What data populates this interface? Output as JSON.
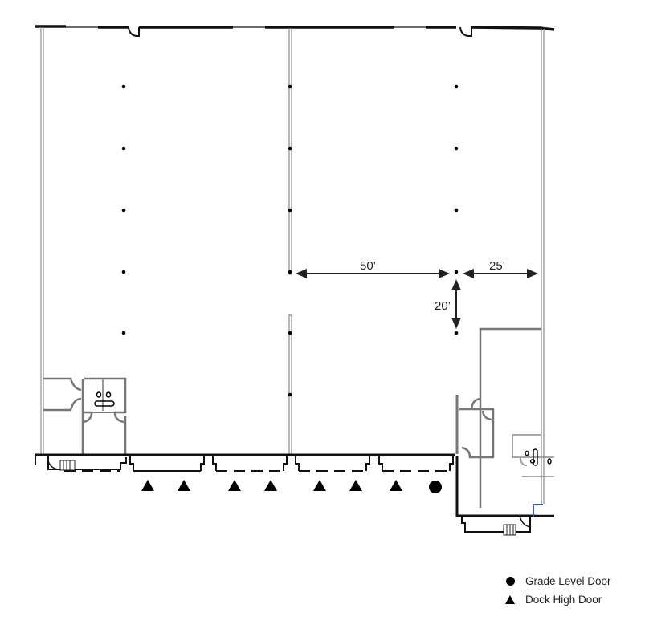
{
  "floor_plan": {
    "dimensions": {
      "bay_width": "50’",
      "end_bay_width": "25’",
      "column_spacing": "20’"
    },
    "dock_doors": {
      "dock_high_count": 7,
      "grade_level_count": 1
    },
    "colors": {
      "exterior_wall": "#111111",
      "interior_wall": "#777777",
      "demising_wall": "#999999",
      "accent_blue": "#3a5fb0"
    }
  },
  "legend": {
    "items": [
      {
        "symbol": "circle",
        "label": "Grade Level Door"
      },
      {
        "symbol": "triangle",
        "label": "Dock High Door"
      }
    ]
  }
}
